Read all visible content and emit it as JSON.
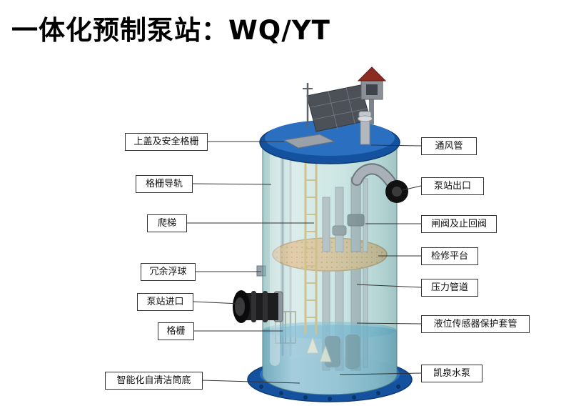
{
  "title": "一体化预制泵站：WQ/YT",
  "labels": {
    "left": [
      {
        "text": "上盖及安全格栅"
      },
      {
        "text": "格栅导轨"
      },
      {
        "text": "爬梯"
      },
      {
        "text": "冗余浮球"
      },
      {
        "text": "泵站进口"
      },
      {
        "text": "格栅"
      },
      {
        "text": "智能化自清洁筒底"
      }
    ],
    "right": [
      {
        "text": "通风管"
      },
      {
        "text": "泵站出口"
      },
      {
        "text": "闸阀及止回阀"
      },
      {
        "text": "检修平台"
      },
      {
        "text": "压力管道"
      },
      {
        "text": "液位传感器保护套管"
      },
      {
        "text": "凯泉水泵"
      }
    ]
  },
  "colors": {
    "lid_blue": "#14529f",
    "base_blue": "#1a5cab",
    "glass_teal": "#cfe7e4",
    "platform_tan": "#d9a96a",
    "water_blue": "#2f86b8"
  }
}
